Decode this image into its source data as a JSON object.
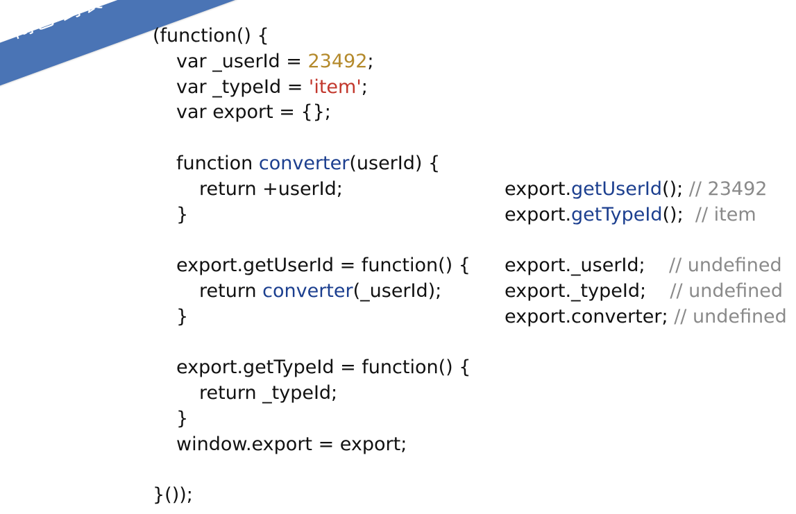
{
  "title": "闭包-封装",
  "left_code": [
    {
      "parts": [
        {
          "t": "(function() {",
          "c": ""
        }
      ],
      "indent": 0
    },
    {
      "parts": [
        {
          "t": "var _userId = ",
          "c": ""
        },
        {
          "t": "23492",
          "c": "num"
        },
        {
          "t": ";",
          "c": ""
        }
      ],
      "indent": 1
    },
    {
      "parts": [
        {
          "t": "var _typeId = ",
          "c": ""
        },
        {
          "t": "'item'",
          "c": "str"
        },
        {
          "t": ";",
          "c": ""
        }
      ],
      "indent": 1
    },
    {
      "parts": [
        {
          "t": "var export = {};",
          "c": ""
        }
      ],
      "indent": 1
    },
    {
      "parts": [
        {
          "t": "",
          "c": ""
        }
      ],
      "indent": 0
    },
    {
      "parts": [
        {
          "t": "function ",
          "c": ""
        },
        {
          "t": "converter",
          "c": "fn"
        },
        {
          "t": "(userId) {",
          "c": ""
        }
      ],
      "indent": 1
    },
    {
      "parts": [
        {
          "t": "return +userId;",
          "c": ""
        }
      ],
      "indent": 2
    },
    {
      "parts": [
        {
          "t": "}",
          "c": ""
        }
      ],
      "indent": 1
    },
    {
      "parts": [
        {
          "t": "",
          "c": ""
        }
      ],
      "indent": 0
    },
    {
      "parts": [
        {
          "t": "export.getUserId = function() {",
          "c": ""
        }
      ],
      "indent": 1
    },
    {
      "parts": [
        {
          "t": "return ",
          "c": ""
        },
        {
          "t": "converter",
          "c": "fn"
        },
        {
          "t": "(_userId);",
          "c": ""
        }
      ],
      "indent": 2
    },
    {
      "parts": [
        {
          "t": "}",
          "c": ""
        }
      ],
      "indent": 1
    },
    {
      "parts": [
        {
          "t": "",
          "c": ""
        }
      ],
      "indent": 0
    },
    {
      "parts": [
        {
          "t": "export.getTypeId = function() {",
          "c": ""
        }
      ],
      "indent": 1
    },
    {
      "parts": [
        {
          "t": "return _typeId;",
          "c": ""
        }
      ],
      "indent": 2
    },
    {
      "parts": [
        {
          "t": "}",
          "c": ""
        }
      ],
      "indent": 1
    },
    {
      "parts": [
        {
          "t": "window.export = export;",
          "c": ""
        }
      ],
      "indent": 1
    },
    {
      "parts": [
        {
          "t": "",
          "c": ""
        }
      ],
      "indent": 0
    },
    {
      "parts": [
        {
          "t": "}());",
          "c": ""
        }
      ],
      "indent": 0
    }
  ],
  "right_code": [
    {
      "parts": [
        {
          "t": "export.",
          "c": ""
        },
        {
          "t": "getUserId",
          "c": "fn"
        },
        {
          "t": "(); ",
          "c": ""
        },
        {
          "t": "// 23492",
          "c": "cmt"
        }
      ]
    },
    {
      "parts": [
        {
          "t": "export.",
          "c": ""
        },
        {
          "t": "getTypeId",
          "c": "fn"
        },
        {
          "t": "();  ",
          "c": ""
        },
        {
          "t": "// item",
          "c": "cmt"
        }
      ]
    },
    {
      "parts": [
        {
          "t": "",
          "c": ""
        }
      ]
    },
    {
      "parts": [
        {
          "t": "export._userId;    ",
          "c": ""
        },
        {
          "t": "// undefined",
          "c": "cmt"
        }
      ]
    },
    {
      "parts": [
        {
          "t": "export._typeId;    ",
          "c": ""
        },
        {
          "t": "// undefined",
          "c": "cmt"
        }
      ]
    },
    {
      "parts": [
        {
          "t": "export.converter; ",
          "c": ""
        },
        {
          "t": "// undefined",
          "c": "cmt"
        }
      ]
    }
  ]
}
